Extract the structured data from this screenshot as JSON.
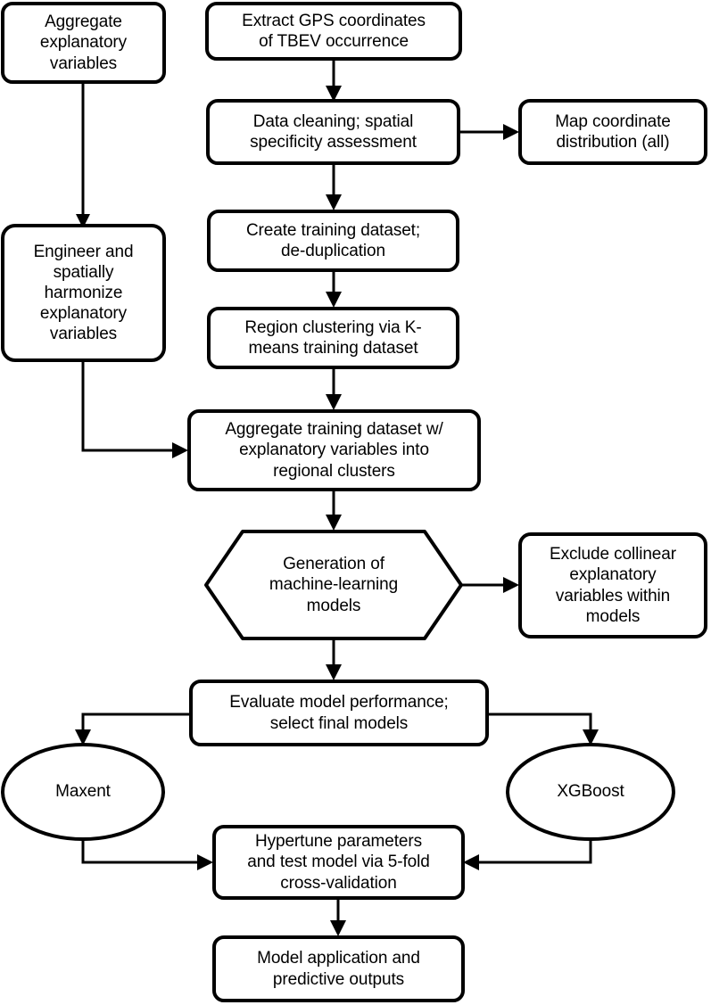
{
  "diagram": {
    "title": "TBEV machine-learning modelling workflow",
    "background_color": "#ffffff",
    "stroke_color": "#000000",
    "fill_color": "#ffffff"
  },
  "nodes": {
    "aggregate_explanatory_variables": {
      "label": "Aggregate\nexplanatory\nvariables",
      "shape": "rounded-rect"
    },
    "extract_gps": {
      "label": "Extract GPS coordinates\nof TBEV occurrence",
      "shape": "rounded-rect"
    },
    "data_cleaning": {
      "label": "Data cleaning; spatial\nspecificity assessment",
      "shape": "rounded-rect"
    },
    "map_coordinate_distribution": {
      "label": "Map coordinate\ndistribution (all)",
      "shape": "rounded-rect"
    },
    "engineer_harmonize": {
      "label": "Engineer and\nspatially\nharmonize\nexplanatory\nvariables",
      "shape": "rounded-rect"
    },
    "create_training_dataset": {
      "label": "Create training dataset;\nde-duplication",
      "shape": "rounded-rect"
    },
    "region_clustering": {
      "label": "Region clustering via K-\nmeans training dataset",
      "shape": "rounded-rect"
    },
    "aggregate_training_dataset": {
      "label": "Aggregate training dataset w/\nexplanatory variables into\nregional clusters",
      "shape": "rounded-rect"
    },
    "generation_ml_models": {
      "label": "Generation of\nmachine-learning\nmodels",
      "shape": "hexagon"
    },
    "exclude_collinear": {
      "label": "Exclude collinear\nexplanatory\nvariables within\nmodels",
      "shape": "rounded-rect"
    },
    "evaluate_model_performance": {
      "label": "Evaluate model performance;\nselect final models",
      "shape": "rounded-rect"
    },
    "maxent": {
      "label": "Maxent",
      "shape": "ellipse"
    },
    "xgboost": {
      "label": "XGBoost",
      "shape": "ellipse"
    },
    "hypertune_parameters": {
      "label": "Hypertune parameters\nand test model via 5-fold\ncross-validation",
      "shape": "rounded-rect"
    },
    "model_application": {
      "label": "Model application and\npredictive outputs",
      "shape": "rounded-rect"
    }
  },
  "edges": [
    {
      "from": "aggregate_explanatory_variables",
      "to": "engineer_harmonize"
    },
    {
      "from": "extract_gps",
      "to": "data_cleaning"
    },
    {
      "from": "data_cleaning",
      "to": "map_coordinate_distribution"
    },
    {
      "from": "data_cleaning",
      "to": "create_training_dataset"
    },
    {
      "from": "create_training_dataset",
      "to": "region_clustering"
    },
    {
      "from": "region_clustering",
      "to": "aggregate_training_dataset"
    },
    {
      "from": "engineer_harmonize",
      "to": "aggregate_training_dataset"
    },
    {
      "from": "aggregate_training_dataset",
      "to": "generation_ml_models"
    },
    {
      "from": "generation_ml_models",
      "to": "exclude_collinear"
    },
    {
      "from": "generation_ml_models",
      "to": "evaluate_model_performance"
    },
    {
      "from": "evaluate_model_performance",
      "to": "maxent"
    },
    {
      "from": "evaluate_model_performance",
      "to": "xgboost"
    },
    {
      "from": "maxent",
      "to": "hypertune_parameters"
    },
    {
      "from": "xgboost",
      "to": "hypertune_parameters"
    },
    {
      "from": "hypertune_parameters",
      "to": "model_application"
    }
  ]
}
